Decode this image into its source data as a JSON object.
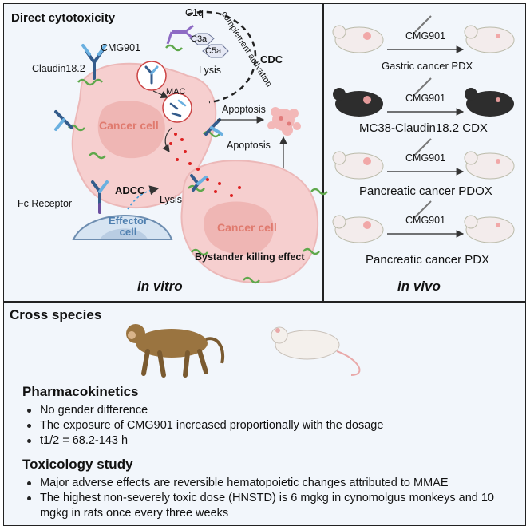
{
  "in_vitro": {
    "title": "Direct cytotoxicity",
    "c1q": "C1q",
    "c3a": "C3a",
    "c5a": "C5a",
    "lysis_top": "Lysis",
    "complement": "complement activation",
    "cdc": "CDC",
    "cmg901": "CMG901",
    "claudin": "Claudin18.2",
    "mac": "MAC",
    "cancer_cell_1": "Cancer cell",
    "apoptosis_1": "Apoptosis",
    "apoptosis_2": "Apoptosis",
    "fc_receptor": "Fc Receptor",
    "adcc": "ADCC",
    "lysis_bottom": "Lysis",
    "effector_cell": "Effector cell",
    "cancer_cell_2": "Cancer cell",
    "bystander": "Bystander killing effect",
    "footer": "in vitro"
  },
  "in_vivo": {
    "drug": "CMG901",
    "models": [
      "Gastric cancer PDX",
      "MC38-Claudin18.2 CDX",
      "Pancreatic cancer PDOX",
      "Pancreatic cancer PDX"
    ],
    "footer": "in vivo"
  },
  "cross_species": {
    "title": "Cross species",
    "pk_title": "Pharmacokinetics",
    "pk_items": [
      "No gender difference",
      "The exposure of CMG901 increased proportionally with the dosage",
      "t1/2 = 68.2-143 h"
    ],
    "tox_title": "Toxicology study",
    "tox_items": [
      "Major adverse effects are reversible hematopoietic changes attributed to MMAE",
      "The highest non-severely toxic dose (HNSTD) is 6 mgkg in cynomolgus monkeys and 10 mgkg in rats once every three weeks"
    ]
  }
}
